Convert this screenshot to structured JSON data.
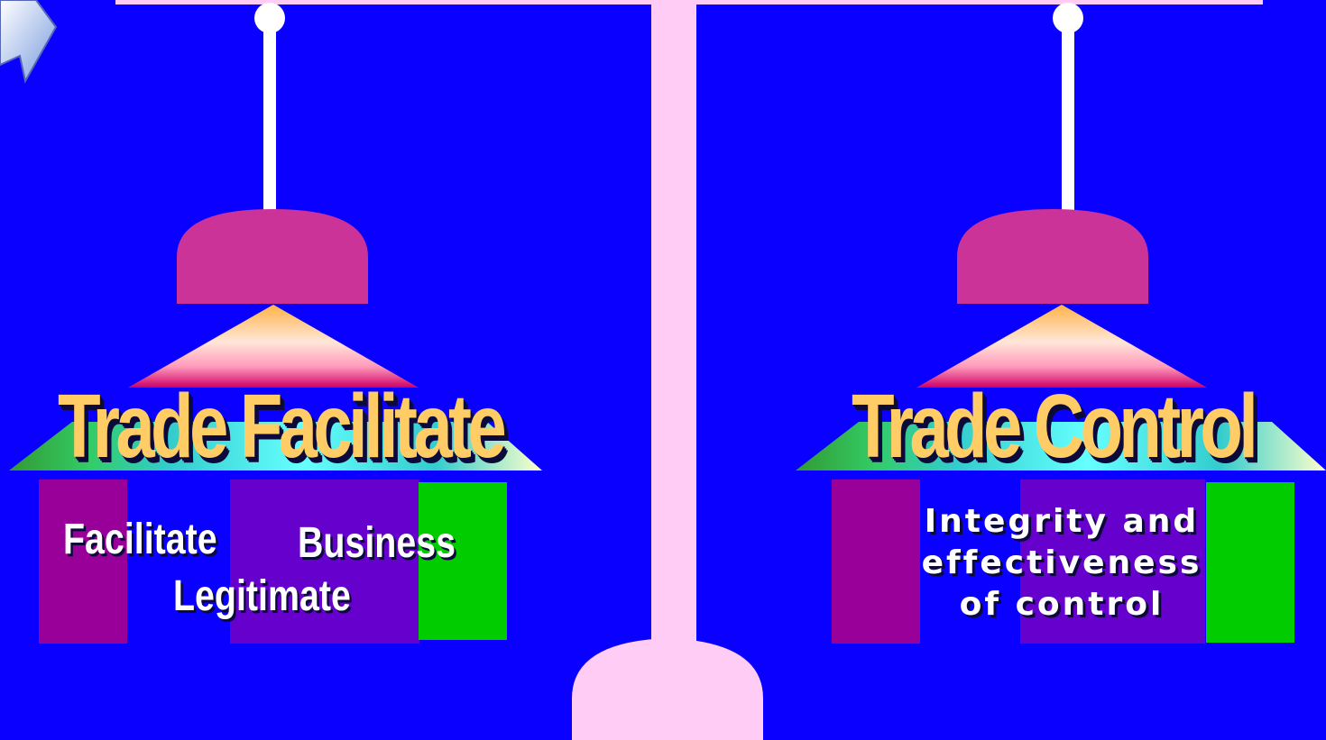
{
  "left_pan": {
    "title": "Trade Facilitate",
    "words": {
      "facilitate": "Facilitate",
      "business": "Business",
      "legitimate": "Legitimate"
    }
  },
  "right_pan": {
    "title": "Trade Control",
    "lines": [
      "Integrity and",
      "effectiveness",
      "of control"
    ]
  },
  "colors": {
    "background": "#0a00ff",
    "scale_frame": "#ffccf5",
    "weight": "#cc3399",
    "title_text": "#ffcc66",
    "block_left": "#990099",
    "block_middle": "#6600cc",
    "block_right": "#00cc00"
  },
  "icons": {
    "corner": "arrow-icon"
  }
}
